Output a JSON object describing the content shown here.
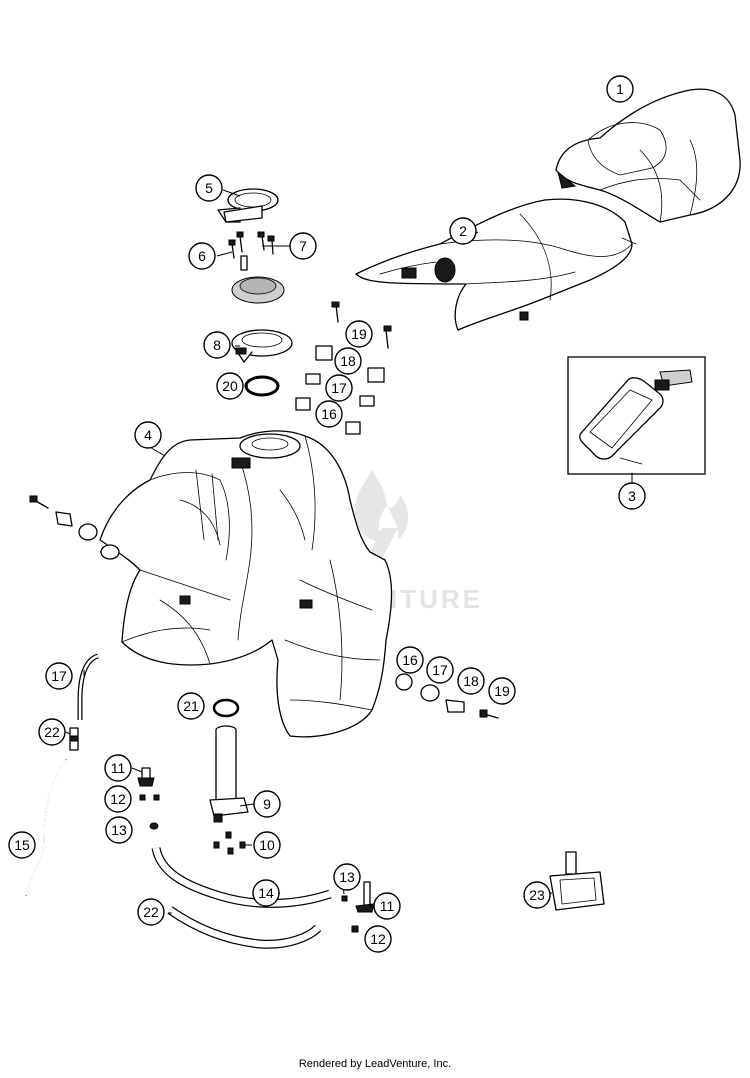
{
  "callouts": [
    {
      "id": "c1",
      "label": "1"
    },
    {
      "id": "c2",
      "label": "2"
    },
    {
      "id": "c3",
      "label": "3"
    },
    {
      "id": "c4",
      "label": "4"
    },
    {
      "id": "c5",
      "label": "5"
    },
    {
      "id": "c6",
      "label": "6"
    },
    {
      "id": "c7",
      "label": "7"
    },
    {
      "id": "c8",
      "label": "8"
    },
    {
      "id": "c9",
      "label": "9"
    },
    {
      "id": "c10",
      "label": "10"
    },
    {
      "id": "c11a",
      "label": "11"
    },
    {
      "id": "c11b",
      "label": "11"
    },
    {
      "id": "c12a",
      "label": "12"
    },
    {
      "id": "c12b",
      "label": "12"
    },
    {
      "id": "c13a",
      "label": "13"
    },
    {
      "id": "c13b",
      "label": "13"
    },
    {
      "id": "c14",
      "label": "14"
    },
    {
      "id": "c15",
      "label": "15"
    },
    {
      "id": "c16a",
      "label": "16"
    },
    {
      "id": "c16b",
      "label": "16"
    },
    {
      "id": "c17a",
      "label": "17"
    },
    {
      "id": "c17b",
      "label": "17"
    },
    {
      "id": "c17c",
      "label": "17"
    },
    {
      "id": "c18a",
      "label": "18"
    },
    {
      "id": "c18b",
      "label": "18"
    },
    {
      "id": "c19a",
      "label": "19"
    },
    {
      "id": "c19b",
      "label": "19"
    },
    {
      "id": "c20",
      "label": "20"
    },
    {
      "id": "c21",
      "label": "21"
    },
    {
      "id": "c22a",
      "label": "22"
    },
    {
      "id": "c22b",
      "label": "22"
    },
    {
      "id": "c23",
      "label": "23"
    }
  ],
  "watermark": "LEADVENTURE",
  "footer": {
    "credit": "Rendered by LeadVenture, Inc."
  }
}
